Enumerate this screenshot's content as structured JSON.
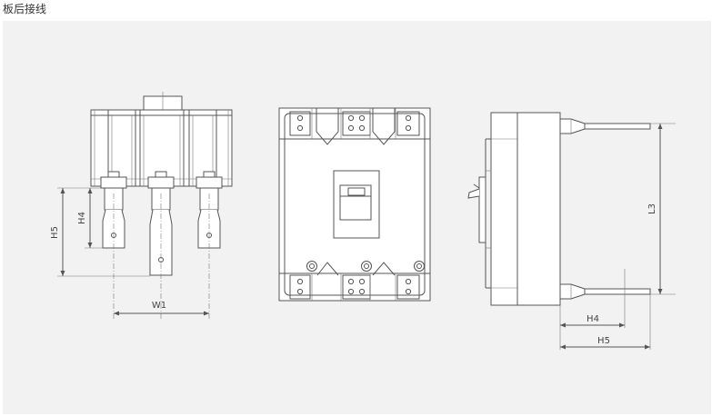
{
  "header": {
    "title": "板后接线"
  },
  "colors": {
    "line": "#555555",
    "panel_bg": "#f2f2f2",
    "text": "#333333"
  },
  "front_view": {
    "dim_labels": {
      "h5": "H5",
      "h4": "H4",
      "w1": "W1"
    }
  },
  "panel_view": {},
  "side_view": {
    "dim_labels": {
      "l3": "L3",
      "h4": "H4",
      "h5": "H5"
    }
  }
}
